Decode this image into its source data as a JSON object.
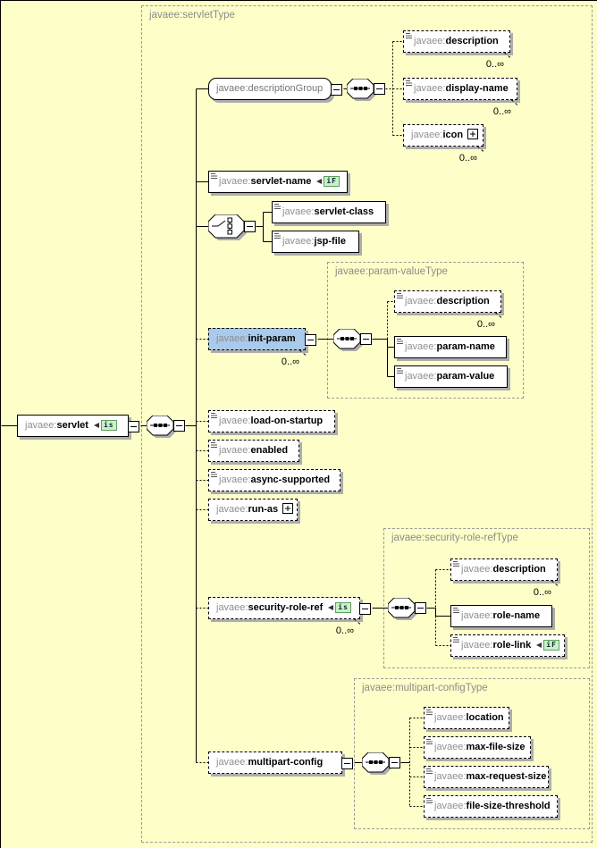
{
  "colors": {
    "background": "#FEFEC8",
    "selection_highlight": "#A9CAEA",
    "badge_background": "#C8F1C8",
    "shadow": "#ADADAD",
    "container_border": "#9A9A9A",
    "muted_text": "#8C8C8C"
  },
  "containers": {
    "servletType": "javaee:servletType",
    "paramValueType": "javaee:param-valueType",
    "securityRoleRefType": "javaee:security-role-refType",
    "multipartConfigType": "javaee:multipart-configType"
  },
  "nodes": [
    {
      "id": "servlet",
      "prefix": "javaee:",
      "name": "servlet",
      "style": "solid",
      "badge": "is",
      "expander": "minus"
    },
    {
      "id": "descriptionGroup",
      "prefix": "javaee:",
      "name": "descriptionGroup",
      "style": "group",
      "expander": "minus"
    },
    {
      "id": "description1",
      "prefix": "javaee:",
      "name": "description",
      "style": "dashed",
      "content_icon": true,
      "multiplicity": "0..∞"
    },
    {
      "id": "displayName",
      "prefix": "javaee:",
      "name": "display-name",
      "style": "dashed",
      "content_icon": true,
      "multiplicity": "0..∞"
    },
    {
      "id": "icon",
      "prefix": "javaee:",
      "name": "icon",
      "style": "dashed",
      "inline_expander": "plus",
      "multiplicity": "0..∞"
    },
    {
      "id": "servletName",
      "prefix": "javaee:",
      "name": "servlet-name",
      "style": "solid",
      "content_icon": true,
      "badge": "iF"
    },
    {
      "id": "servletClass",
      "prefix": "javaee:",
      "name": "servlet-class",
      "style": "solid",
      "content_icon": true
    },
    {
      "id": "jspFile",
      "prefix": "javaee:",
      "name": "jsp-file",
      "style": "solid",
      "content_icon": true
    },
    {
      "id": "initParam",
      "prefix": "javaee:",
      "name": "init-param",
      "style": "dashed highlight",
      "expander": "minus",
      "multiplicity": "0..∞"
    },
    {
      "id": "description2",
      "prefix": "javaee:",
      "name": "description",
      "style": "dashed",
      "content_icon": true,
      "multiplicity": "0..∞"
    },
    {
      "id": "paramName",
      "prefix": "javaee:",
      "name": "param-name",
      "style": "solid",
      "content_icon": true
    },
    {
      "id": "paramValue",
      "prefix": "javaee:",
      "name": "param-value",
      "style": "solid",
      "content_icon": true
    },
    {
      "id": "loadOnStartup",
      "prefix": "javaee:",
      "name": "load-on-startup",
      "style": "dashed",
      "content_icon": true
    },
    {
      "id": "enabled",
      "prefix": "javaee:",
      "name": "enabled",
      "style": "dashed",
      "content_icon": true
    },
    {
      "id": "asyncSupported",
      "prefix": "javaee:",
      "name": "async-supported",
      "style": "dashed",
      "content_icon": true
    },
    {
      "id": "runAs",
      "prefix": "javaee:",
      "name": "run-as",
      "style": "dashed",
      "inline_expander": "plus"
    },
    {
      "id": "securityRoleRef",
      "prefix": "javaee:",
      "name": "security-role-ref",
      "style": "dashed",
      "badge": "is",
      "expander": "minus",
      "multiplicity": "0..∞"
    },
    {
      "id": "description3",
      "prefix": "javaee:",
      "name": "description",
      "style": "dashed",
      "content_icon": true,
      "multiplicity": "0..∞"
    },
    {
      "id": "roleName",
      "prefix": "javaee:",
      "name": "role-name",
      "style": "solid",
      "content_icon": true
    },
    {
      "id": "roleLink",
      "prefix": "javaee:",
      "name": "role-link",
      "style": "dashed",
      "content_icon": true,
      "badge": "iF"
    },
    {
      "id": "multipartConfig",
      "prefix": "javaee:",
      "name": "multipart-config",
      "style": "dashed",
      "expander": "minus"
    },
    {
      "id": "location",
      "prefix": "javaee:",
      "name": "location",
      "style": "dashed",
      "content_icon": true
    },
    {
      "id": "maxFileSize",
      "prefix": "javaee:",
      "name": "max-file-size",
      "style": "dashed",
      "content_icon": true
    },
    {
      "id": "maxRequestSize",
      "prefix": "javaee:",
      "name": "max-request-size",
      "style": "dashed",
      "content_icon": true
    },
    {
      "id": "fileSizeThreshold",
      "prefix": "javaee:",
      "name": "file-size-threshold",
      "style": "dashed",
      "content_icon": true
    }
  ],
  "compositors": [
    {
      "id": "seqMain",
      "type": "sequence",
      "expander": "minus"
    },
    {
      "id": "seqDescGroup",
      "type": "sequence",
      "expander": "minus"
    },
    {
      "id": "choiceClass",
      "type": "choice",
      "expander": "minus"
    },
    {
      "id": "seqParam",
      "type": "sequence",
      "expander": "minus"
    },
    {
      "id": "seqRole",
      "type": "sequence",
      "expander": "minus"
    },
    {
      "id": "seqMultipart",
      "type": "sequence",
      "expander": "minus"
    }
  ]
}
